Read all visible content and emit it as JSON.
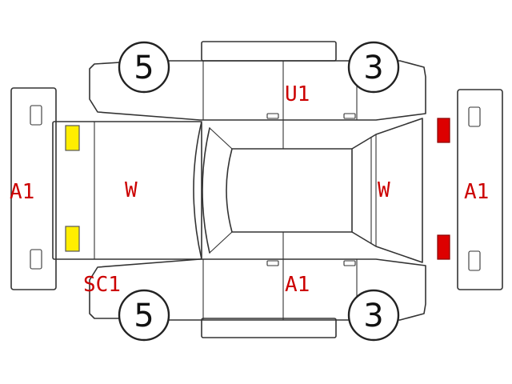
{
  "colors": {
    "code_text": "#cc0000",
    "lamp_front": "#ffee00",
    "lamp_rear": "#dd0000",
    "outline": "#333333"
  },
  "labels": {
    "front_bumper": "A1",
    "front_glass": "W",
    "roof": "U1",
    "rear_glass": "W",
    "rear_bumper": "A1",
    "left_lower": "SC1",
    "left_door": "A1"
  },
  "tires": {
    "front_left": "5",
    "rear_left": "3",
    "front_right": "5",
    "rear_right": "3"
  }
}
